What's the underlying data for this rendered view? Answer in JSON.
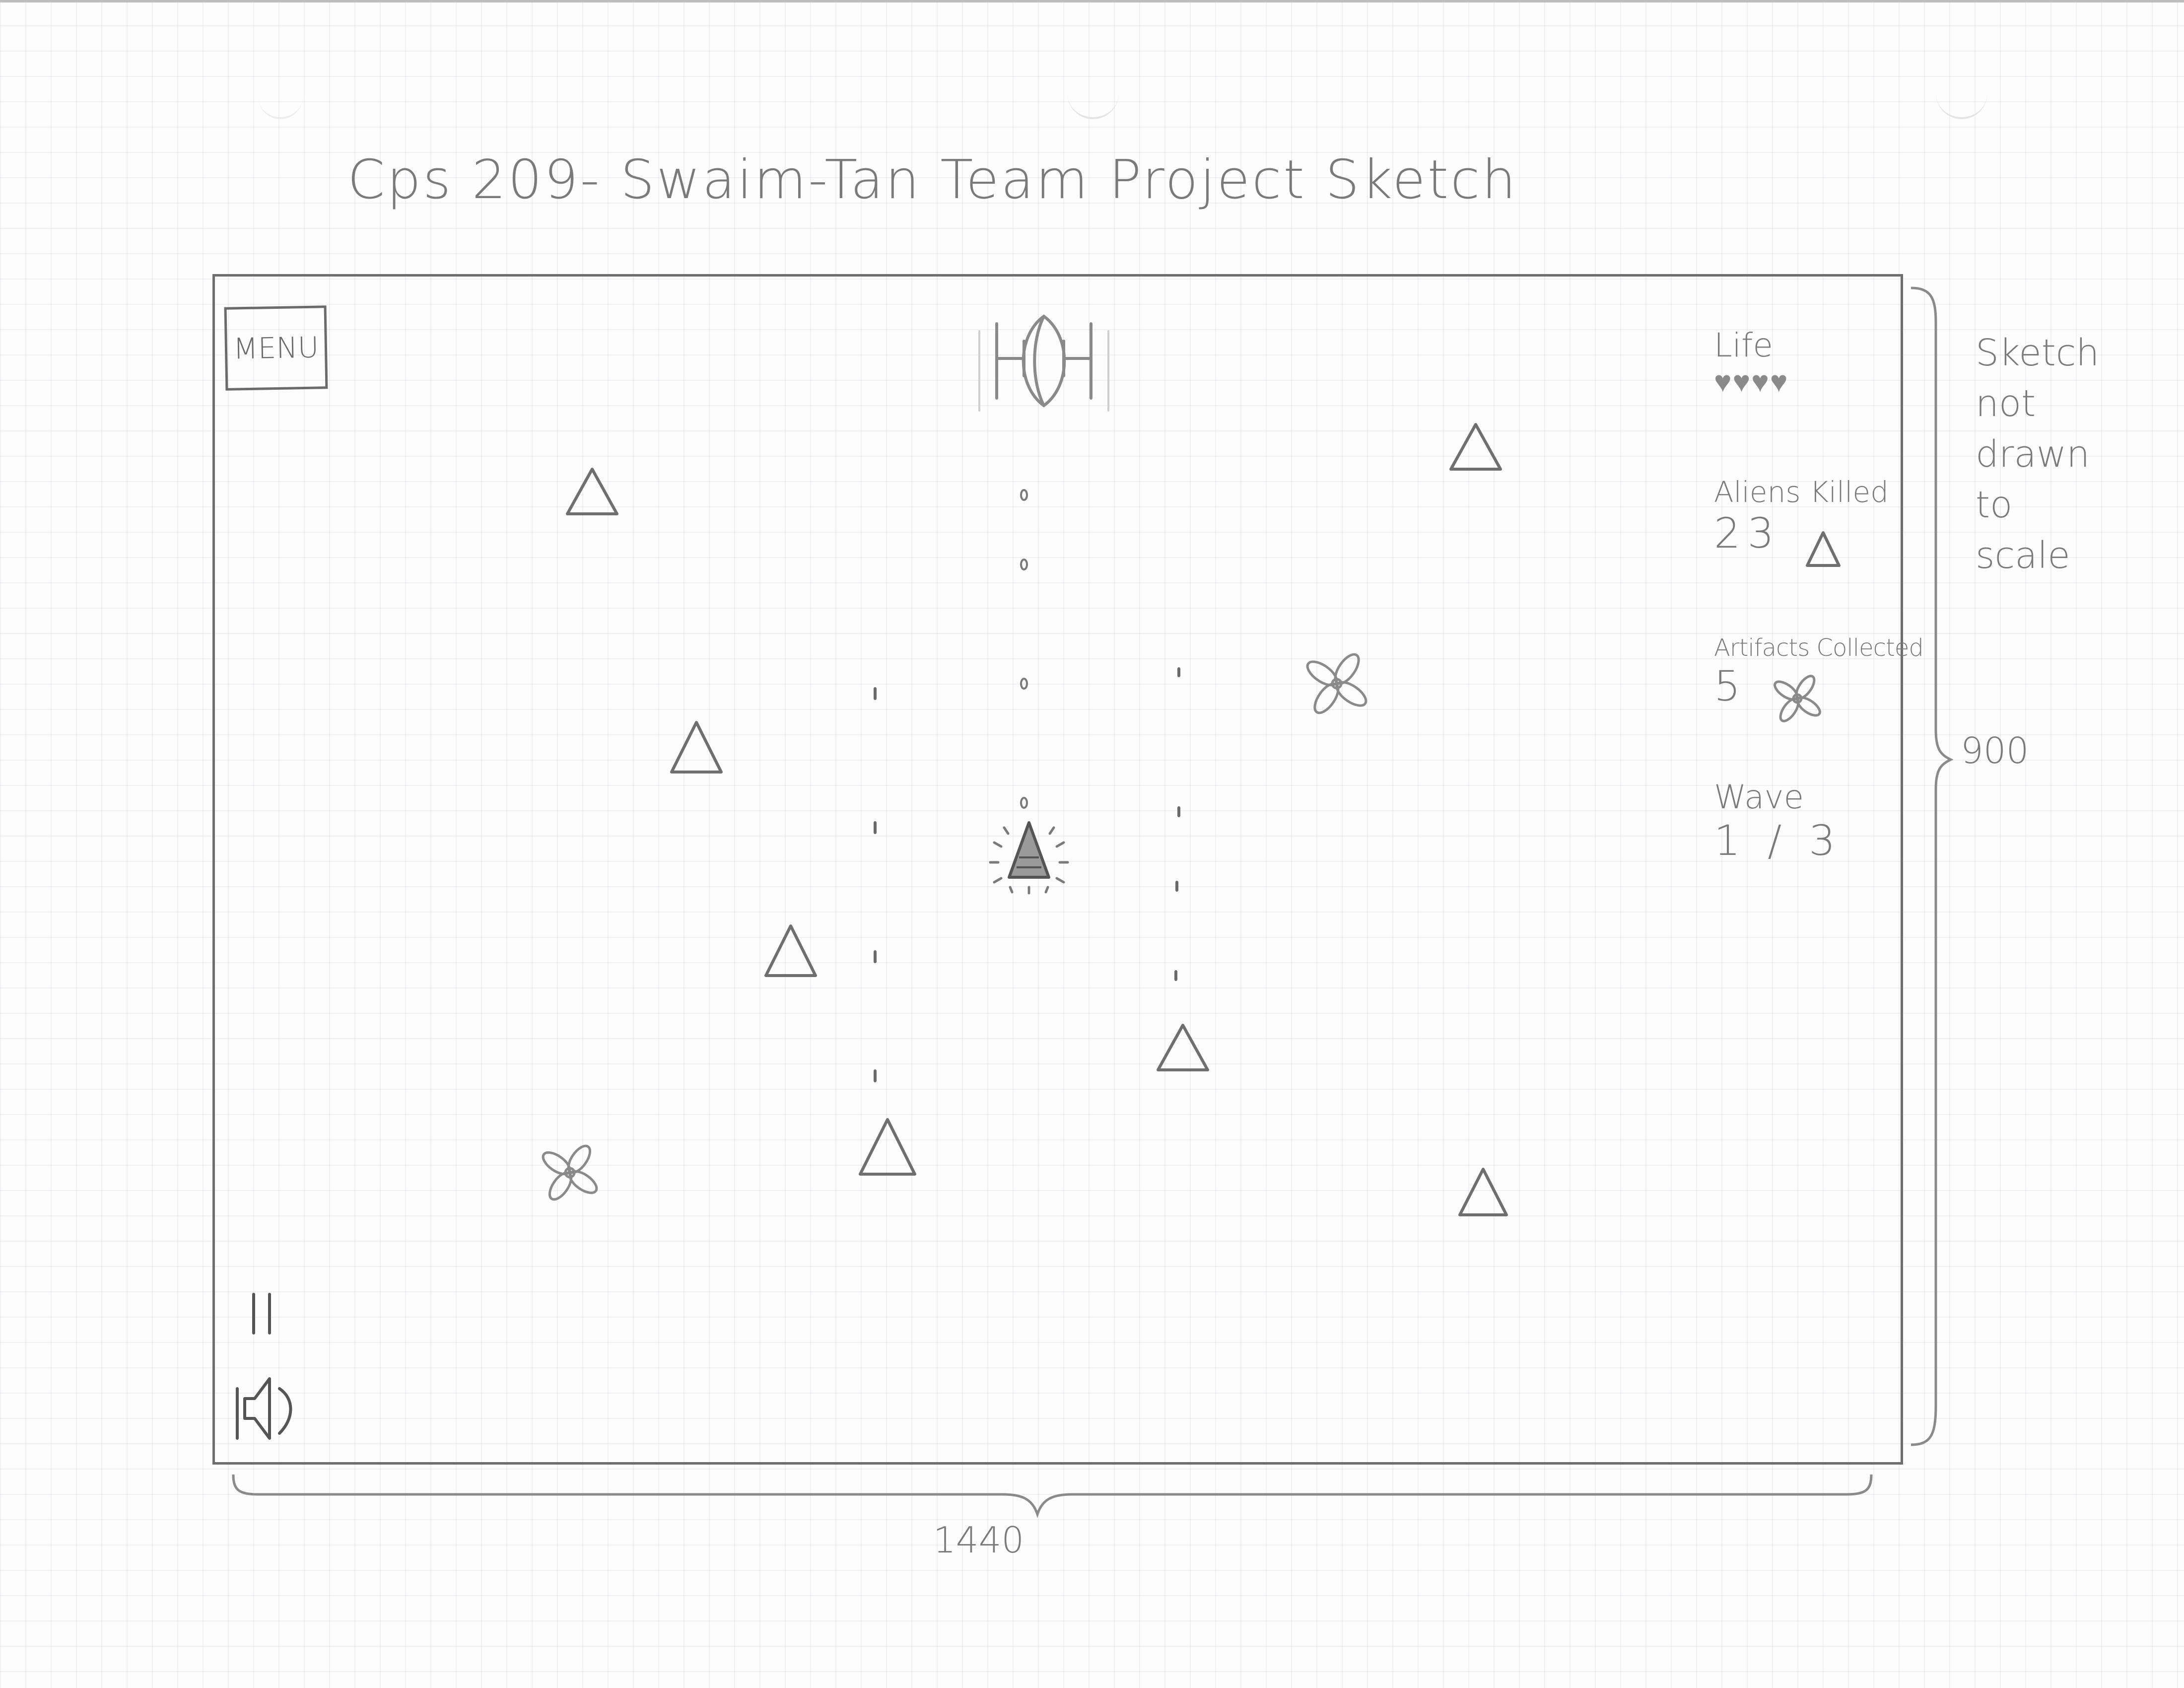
{
  "sheet": {
    "title": "Cps 209- Swaim-Tan   Team Project   Sketch",
    "width_label": "1440",
    "height_label": "900",
    "side_note": [
      "Sketch",
      "not",
      "drawn",
      "to",
      "scale"
    ]
  },
  "game": {
    "menu_label": "MENU",
    "hud": {
      "life_label": "Life",
      "life_hearts": "♥♥♥♥",
      "life_count": 4,
      "aliens_label": "Aliens Killed",
      "aliens_value": "23",
      "artifacts_label": "Artifacts Collected",
      "artifacts_value": "5",
      "wave_label": "Wave",
      "wave_value": "1 / 3"
    },
    "pause_icon": "pause-icon",
    "sound_icon": "speaker-icon"
  },
  "colors": {
    "pencil": "#7a7a7a",
    "paper": "#fdfdfd",
    "grid": "#aab2bc"
  }
}
